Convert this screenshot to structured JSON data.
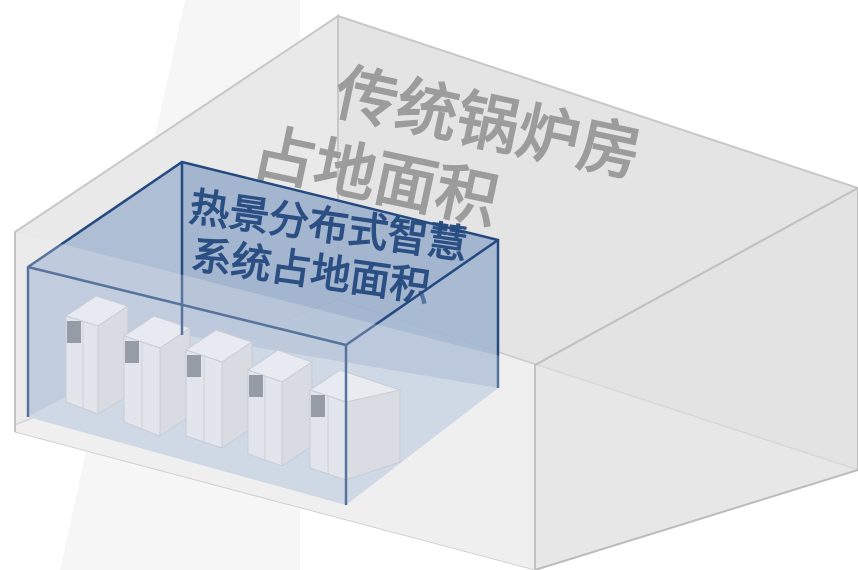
{
  "large_area": {
    "line1": "传统锅炉房",
    "line2": "占地面积"
  },
  "small_area": {
    "line1": "热景分布式智慧",
    "line2": "系统占地面积"
  },
  "unit_count": 5,
  "colors": {
    "big_room_wall": "#e7e7e7",
    "big_room_edge": "#c4c4c4",
    "big_label": "#9c9c9c",
    "small_room_fill": "#9fb3cf",
    "small_room_edge": "#244a80",
    "small_label": "#2b4f83",
    "cabinet_face": "#f2f2f2",
    "cabinet_panel": "#555a60"
  }
}
